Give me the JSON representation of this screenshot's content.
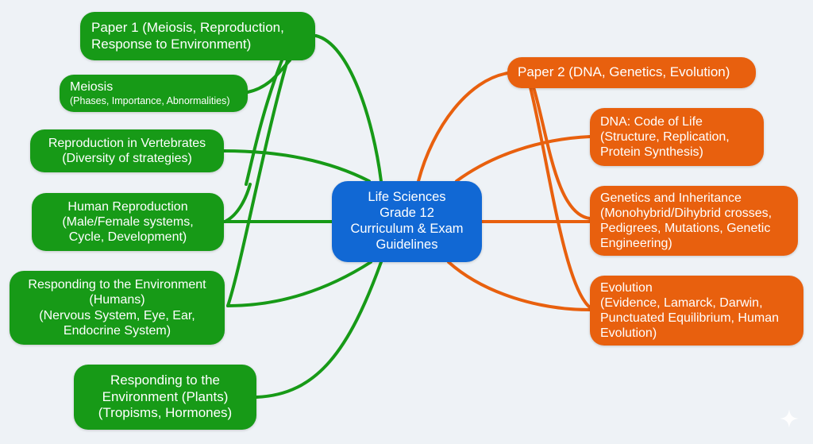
{
  "colors": {
    "background": "#eef2f6",
    "paper1_green": "#179a17",
    "paper2_orange": "#e8600e",
    "center_blue": "#1168d4"
  },
  "center": {
    "lines": [
      "Life Sciences",
      "Grade 12",
      "Curriculum & Exam",
      "Guidelines"
    ]
  },
  "paper1": {
    "lines": [
      "Paper 1 (Meiosis, Reproduction,",
      "Response to Environment)"
    ],
    "topics": [
      {
        "title": "Meiosis",
        "lines": [
          "(Phases, Importance, Abnormalities)"
        ]
      },
      {
        "title": "Reproduction in Vertebrates",
        "lines": [
          "(Diversity of strategies)"
        ]
      },
      {
        "title": "Human Reproduction",
        "lines": [
          "(Male/Female systems,",
          "Cycle, Development)"
        ]
      },
      {
        "title": "Responding to the Environment",
        "lines": [
          "(Humans)",
          "(Nervous System, Eye, Ear,",
          "Endocrine System)"
        ]
      },
      {
        "title": "Responding to the",
        "lines": [
          "Environment (Plants)",
          "(Tropisms, Hormones)"
        ]
      }
    ]
  },
  "paper2": {
    "lines": [
      "Paper 2 (DNA, Genetics, Evolution)"
    ],
    "topics": [
      {
        "title": "DNA: Code of Life",
        "lines": [
          "(Structure, Replication,",
          "Protein Synthesis)"
        ]
      },
      {
        "title": "Genetics and Inheritance",
        "lines": [
          "(Monohybrid/Dihybrid crosses,",
          "Pedigrees, Mutations, Genetic",
          "Engineering)"
        ]
      },
      {
        "title": "Evolution",
        "lines": [
          "(Evidence, Lamarck, Darwin,",
          "Punctuated Equilibrium, Human",
          "Evolution)"
        ]
      }
    ]
  },
  "watermark_icon": "sparkle-icon"
}
